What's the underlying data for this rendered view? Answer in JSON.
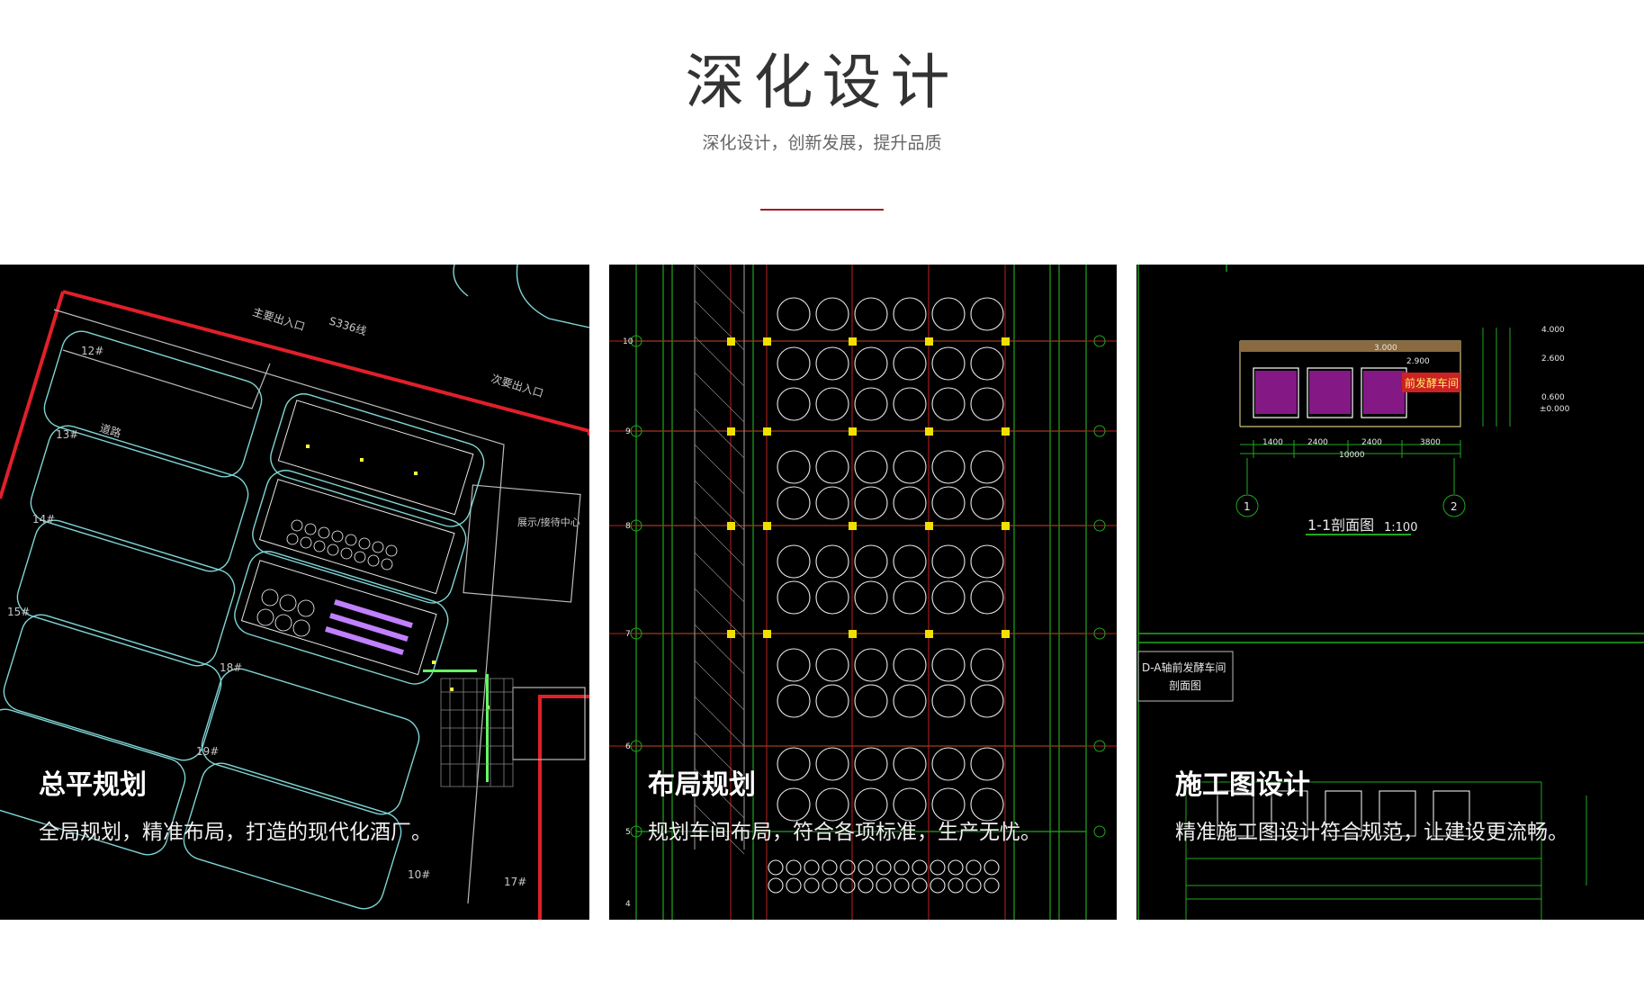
{
  "header": {
    "title": "深化设计",
    "subtitle": "深化设计，创新发展，提升品质",
    "accent_color": "#a31c24"
  },
  "cards": [
    {
      "title": "总平规划",
      "description": "全局规划，精准布局，打造的现代化酒厂。",
      "drawing": {
        "labels": [
          "主要出入口",
          "S336线",
          "次要出入口",
          "12#",
          "13#",
          "14#",
          "15#",
          "18#",
          "19#",
          "10#",
          "17#",
          "道路",
          "展示/接待中心"
        ]
      }
    },
    {
      "title": "布局规划",
      "description": "规划车间布局，符合各项标准，生产无忧。",
      "drawing": {
        "labels": [
          "10",
          "9",
          "8",
          "7",
          "6",
          "5",
          "4"
        ]
      }
    },
    {
      "title": "施工图设计",
      "description": "精准施工图设计符合规范，让建设更流畅。",
      "drawing": {
        "labels": [
          "前发酵车间",
          "1-1剖面图",
          "1:100",
          "D-A轴前发酵车间",
          "剖面图",
          "1400",
          "2400",
          "2400",
          "3800",
          "10000",
          "3.000",
          "2.900",
          "4.000",
          "2.600",
          "0.600",
          "±0.000",
          "1",
          "2"
        ]
      }
    }
  ]
}
